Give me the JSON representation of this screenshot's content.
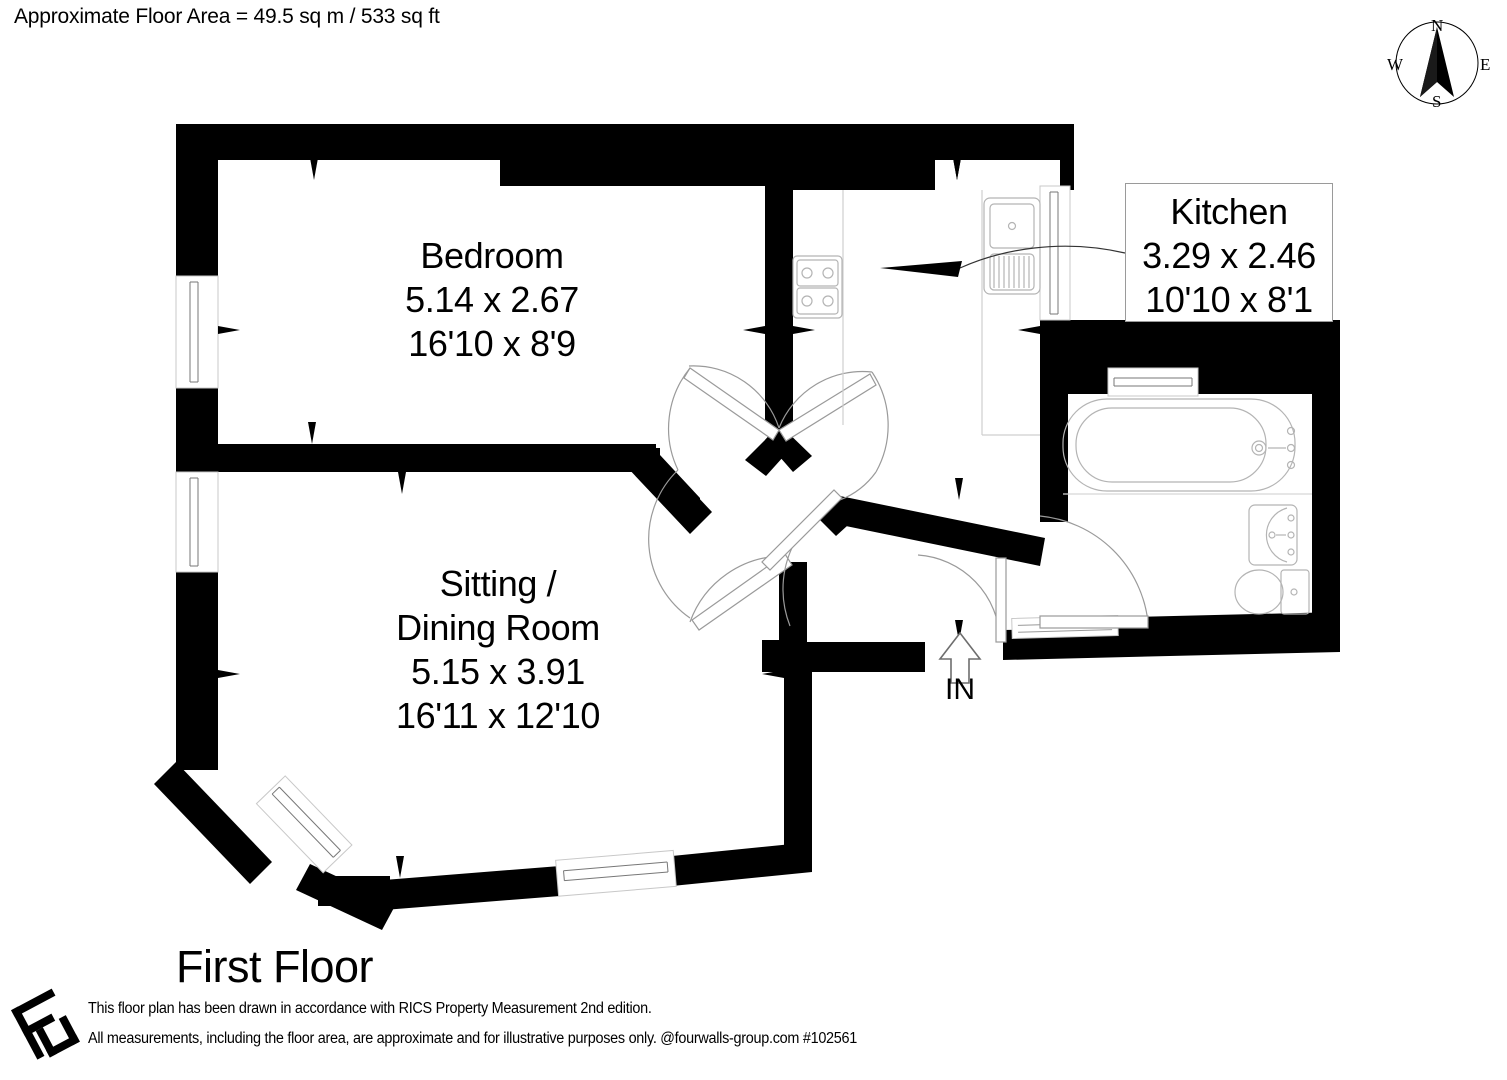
{
  "header": {
    "area_text": "Approximate Floor Area = 49.5 sq m / 533 sq ft"
  },
  "compass": {
    "north": "N",
    "east": "E",
    "south": "S",
    "west": "W",
    "icon": "compass-rose-icon"
  },
  "rooms": [
    {
      "id": "bedroom",
      "name": "Bedroom",
      "metric": "5.14 x 2.67",
      "imperial": "16'10 x 8'9"
    },
    {
      "id": "sitting-dining",
      "name_line1": "Sitting /",
      "name_line2": "Dining Room",
      "metric": "5.15 x 3.91",
      "imperial": "16'11 x 12'10"
    },
    {
      "id": "kitchen",
      "name": "Kitchen",
      "metric": "3.29 x 2.46",
      "imperial": "10'10 x 8'1"
    }
  ],
  "entrance": {
    "label": "IN",
    "icon": "up-arrow-icon"
  },
  "footer": {
    "floor_title": "First Floor",
    "disclaimer_line1": "This floor plan has been drawn in accordance with RICS Property Measurement 2nd edition.",
    "disclaimer_line2": "All measurements, including the floor area, are approximate and for illustrative purposes only. @fourwalls-group.com #102561",
    "logo": "fourwalls-logo-icon"
  },
  "colors": {
    "wall": "#000000",
    "background": "#ffffff",
    "fixture_outline": "#b4b4b4",
    "label_border": "#9a9a9a"
  }
}
